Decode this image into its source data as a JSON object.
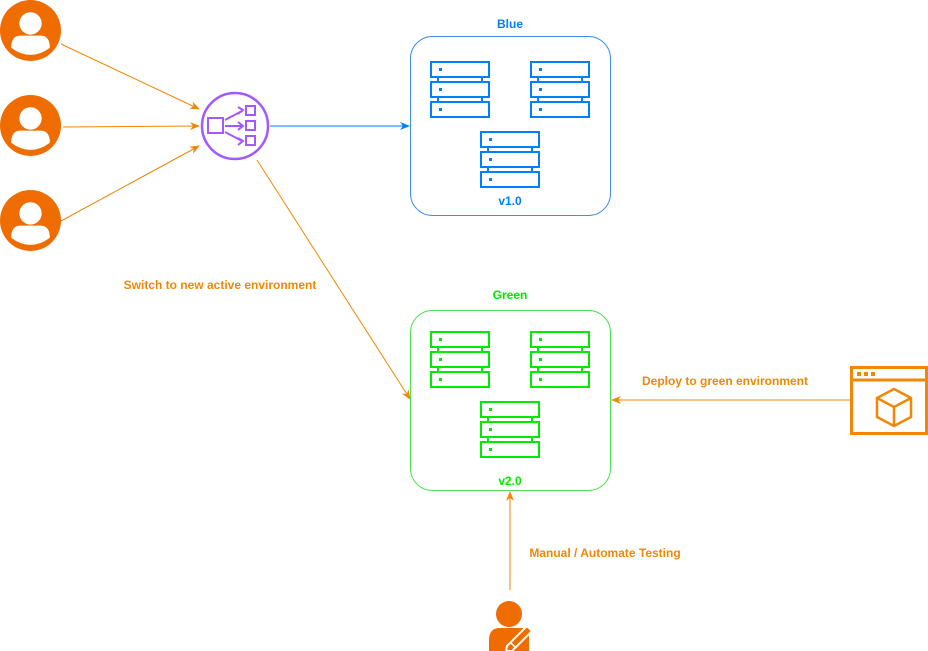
{
  "colors": {
    "orange": "#F08705",
    "user_orange": "#EF6C00",
    "blue": "#007FFF",
    "green": "#00E900",
    "purple": "#A259FF",
    "blue_border": "#3D8EE8",
    "green_border": "#4FE14F"
  },
  "icons": {
    "user": "user-icon",
    "load_balancer": "load-balancer-icon",
    "server": "server-rack-icon",
    "deploy": "package-window-icon",
    "tester": "user-edit-icon"
  },
  "blue_env": {
    "title": "Blue",
    "version": "v1.0"
  },
  "green_env": {
    "title": "Green",
    "version": "v2.0"
  },
  "labels": {
    "switch": "Switch to new active environment",
    "deploy": "Deploy to green environment",
    "testing": "Manual / Automate Testing"
  }
}
